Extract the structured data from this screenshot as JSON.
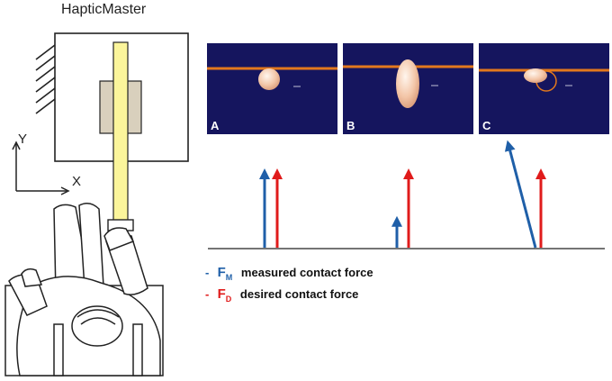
{
  "device": {
    "title": "HapticMaster"
  },
  "axes": {
    "y_label": "Y",
    "x_label": "X"
  },
  "panels": [
    {
      "id": "A",
      "label": "A"
    },
    {
      "id": "B",
      "label": "B"
    },
    {
      "id": "C",
      "label": "C"
    }
  ],
  "legend": [
    {
      "dash": "-",
      "symbol": "F",
      "subscript": "M",
      "text": "measured contact force",
      "color": "#1f5fa8"
    },
    {
      "dash": "-",
      "symbol": "F",
      "subscript": "D",
      "text": "desired contact force",
      "color": "#e01b1b"
    }
  ],
  "colors": {
    "measured": "#1f5fa8",
    "desired": "#e01b1b",
    "panel_bg": "#15155e",
    "surface_line": "#e2781d",
    "robot_arm": "#fbf59b"
  },
  "force_magnitudes": {
    "A": {
      "measured": 1.0,
      "desired": 1.0,
      "measured_direction": "vertical"
    },
    "B": {
      "measured": 0.4,
      "desired": 1.0,
      "measured_direction": "vertical"
    },
    "C": {
      "measured": 1.4,
      "desired": 1.0,
      "measured_direction": "tilted"
    }
  }
}
